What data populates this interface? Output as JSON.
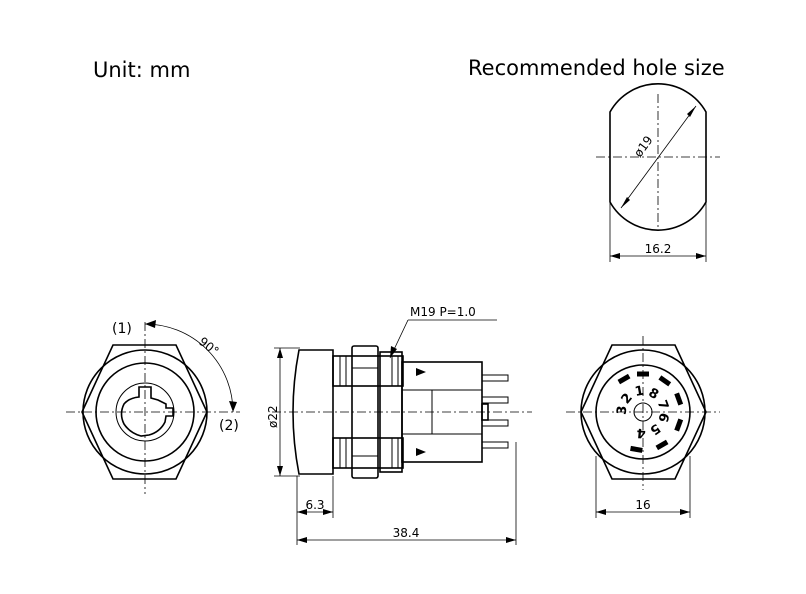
{
  "header": {
    "unit_label": "Unit: mm",
    "hole_title": "Recommended hole size"
  },
  "hole": {
    "diameter_label": "ø19",
    "width_label": "16.2"
  },
  "front_view": {
    "pos1_label": "(1)",
    "pos2_label": "(2)",
    "angle_label": "90°"
  },
  "side_view": {
    "thread_label": "M19  P=1.0",
    "diameter_label": "ø22",
    "flange_label": "6.3",
    "length_label": "38.4"
  },
  "rear_view": {
    "width_label": "16",
    "pins": [
      "1",
      "2",
      "3",
      "4",
      "5",
      "6",
      "7",
      "8"
    ]
  }
}
